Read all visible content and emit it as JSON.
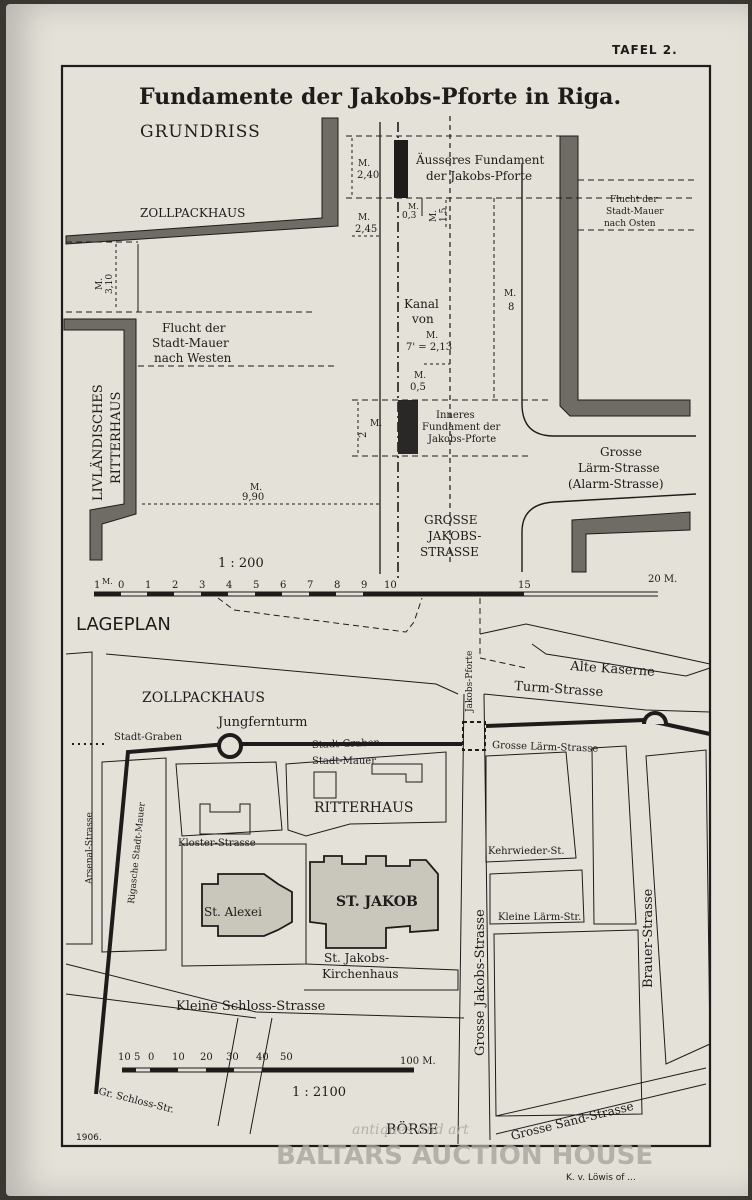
{
  "plate_label": "TAFEL 2.",
  "title": "Fundamente der Jakobs-Pforte in Riga.",
  "year": "1906.",
  "author": "K. v. Löwis of ...",
  "watermark": {
    "top": "antiques and art",
    "bottom": "BALTARS AUCTION HOUSE"
  },
  "grundriss": {
    "heading": "GRUNDRISS",
    "labels": {
      "zollpackhaus": "ZOLLPACKHAUS",
      "ritterhaus_1": "LIVLÄNDISCHES",
      "ritterhaus_2": "RITTERHAUS",
      "flucht_w_1": "Flucht der",
      "flucht_w_2": "Stadt-Mauer",
      "flucht_w_3": "nach Westen",
      "flucht_o_1": "Flucht der",
      "flucht_o_2": "Stadt-Mauer",
      "flucht_o_3": "nach Osten",
      "outer_1": "Äusseres Fundament",
      "outer_2": "der Jakobs-Pforte",
      "inner_1": "Inneres",
      "inner_2": "Fundament der",
      "inner_3": "Jakobs-Pforte",
      "kanal_1": "Kanal",
      "kanal_2": "von",
      "kanal_3": "7' = 2,13",
      "laerm_1": "Grosse",
      "laerm_2": "Lärm-Strasse",
      "laerm_3": "(Alarm-Strasse)",
      "jakobs_1": "GROSSE",
      "jakobs_2": "JAKOBS-",
      "jakobs_3": "STRASSE",
      "scale": "1 : 200"
    },
    "dimensions": {
      "m_prefix": "M.",
      "d_240": "2,40",
      "d_245": "2,45",
      "d_03": "0,3",
      "d_15": "1,5",
      "d_310": "3,10",
      "d_8": "8",
      "d_05": "0,5",
      "d_2": "2",
      "d_990": "9,90"
    },
    "scale_ticks": [
      "1",
      "0",
      "1",
      "2",
      "3",
      "4",
      "5",
      "6",
      "7",
      "8",
      "9",
      "10",
      "15",
      "20 M."
    ]
  },
  "lageplan": {
    "heading": "LAGEPLAN",
    "labels": {
      "alte_kaserne": "Alte Kaserne",
      "turm_strasse": "Turm-Strasse",
      "zollpackhaus": "ZOLLPACKHAUS",
      "jungfernturm": "Jungfernturm",
      "stadt_graben_1": "Stadt-Graben",
      "stadt_graben_2": "Stadt-Graben",
      "stadt_mauer": "Stadt-Mauer",
      "jakobs_pforte": "Jakobs-Pforte",
      "grosse_laerm": "Grosse Lärm-Strasse",
      "ritterhaus": "RITTERHAUS",
      "arsenal": "Arsenal-Strasse",
      "rigasche_mauer": "Rigasche Stadt-Mauer",
      "kloster": "Kloster-Strasse",
      "kehrwieder": "Kehrwieder-St.",
      "st_alexei": "St. Alexei",
      "st_jakob": "ST. JAKOB",
      "kirchenhaus_1": "St. Jakobs-",
      "kirchenhaus_2": "Kirchenhaus",
      "kleine_laerm": "Kleine Lärm-Str.",
      "grosse_jakobs": "Grosse Jakobs-Strasse",
      "brauer": "Brauer-Strasse",
      "kleine_schloss": "Kleine Schloss-Strasse",
      "gr_schloss": "Gr. Schloss-Str.",
      "boerse": "BÖRSE",
      "grosse_sand": "Grosse Sand-Strasse",
      "scale": "1 : 2100"
    },
    "scale_ticks": [
      "10",
      "5",
      "0",
      "10",
      "20",
      "30",
      "40",
      "50",
      "100 M."
    ]
  }
}
